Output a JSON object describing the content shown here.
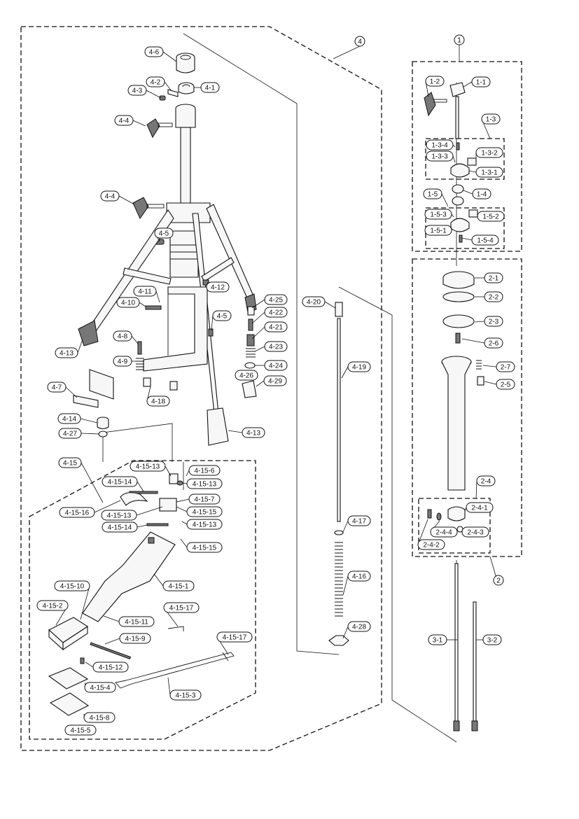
{
  "groups": [
    {
      "id": "g1",
      "label": "1"
    },
    {
      "id": "g2",
      "label": "2"
    },
    {
      "id": "g4",
      "label": "4"
    }
  ],
  "labels": [
    "4-6",
    "4-2",
    "4-1",
    "4-3",
    "4-4",
    "4-4",
    "4-5",
    "4-11",
    "4-10",
    "4-12",
    "4-13",
    "4-25",
    "4-22",
    "4-21",
    "4-5",
    "4-8",
    "4-23",
    "4-9",
    "4-24",
    "4-26",
    "4-29",
    "4-7",
    "4-18",
    "4-14",
    "4-13",
    "4-27",
    "4-15",
    "4-15-13",
    "4-15-6",
    "4-15-14",
    "4-15-13",
    "4-15-16",
    "4-15-7",
    "4-15-13",
    "4-15-15",
    "4-15-14",
    "4-15-13",
    "4-15-15",
    "4-15-1",
    "4-15-10",
    "4-15-2",
    "4-15-11",
    "4-15-9",
    "4-15-17",
    "4-15-17",
    "4-15-12",
    "4-15-4",
    "4-15-3",
    "4-15-8",
    "4-15-5",
    "4-20",
    "4-19",
    "4-17",
    "4-16",
    "4-28",
    "1-2",
    "1-1",
    "1-3",
    "1-3-4",
    "1-3-3",
    "1-3-2",
    "1-3-1",
    "1-4",
    "1-5",
    "1-5-3",
    "1-5-2",
    "1-5-1",
    "1-5-4",
    "2-1",
    "2-2",
    "2-3",
    "2-6",
    "2-7",
    "2-5",
    "2-4",
    "2-4-1",
    "2-4-4",
    "2-4-3",
    "2-4-2",
    "3-1",
    "3-2"
  ]
}
